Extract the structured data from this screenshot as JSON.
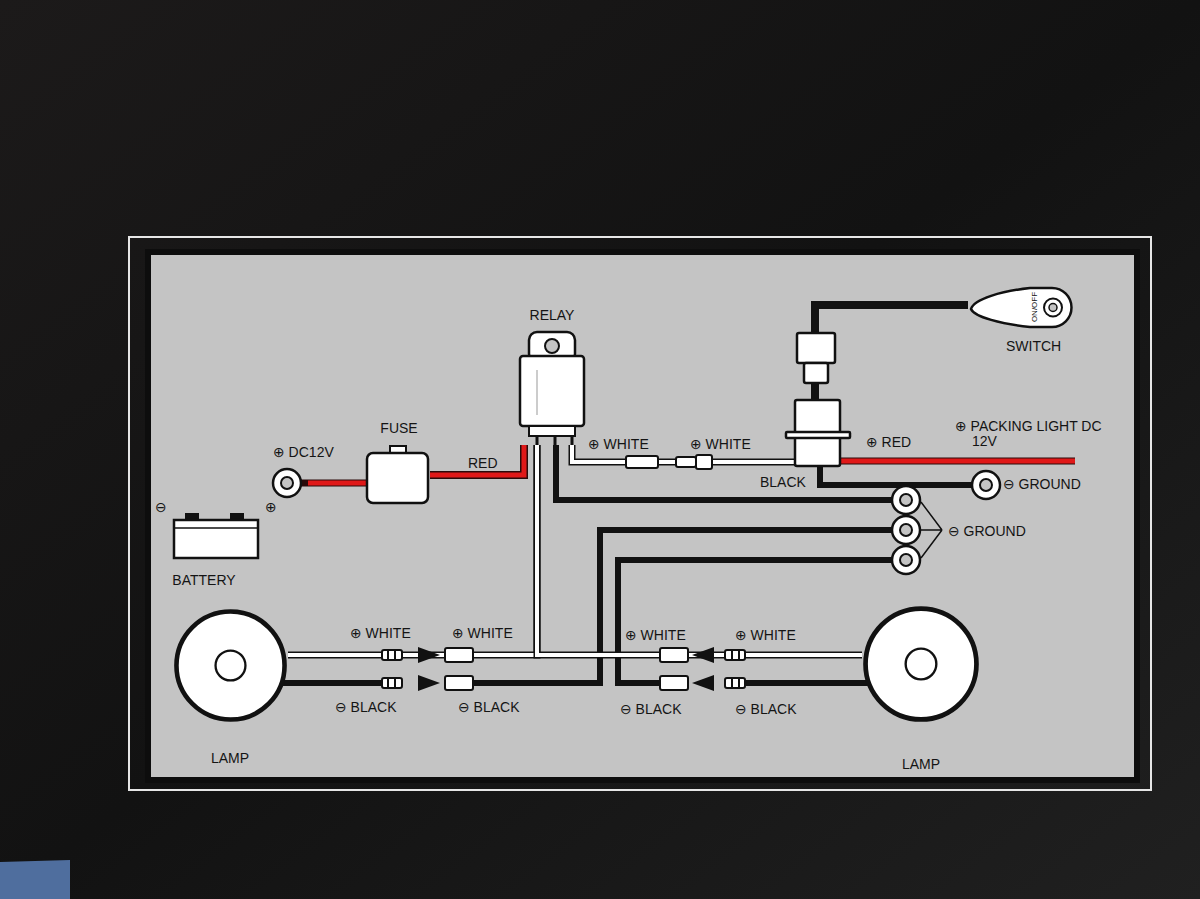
{
  "diagram": {
    "nodes": [
      {
        "text": [
          "RELAY"
        ]
      },
      {
        "text": [
          "FUSE"
        ]
      },
      {
        "text": [
          "BATTERY"
        ]
      },
      {
        "text": [
          "SWITCH",
          "ON/OFF"
        ]
      },
      {
        "text": [
          "LAMP"
        ]
      },
      {
        "text": [
          "LAMP"
        ]
      }
    ],
    "edges": [
      {
        "from": 1,
        "to": 0,
        "label": "RED",
        "arrow": "none"
      },
      {
        "from": 0,
        "to": 4,
        "arrow": "none"
      },
      {
        "from": 0,
        "to": 5,
        "arrow": "none"
      },
      {
        "from": 0,
        "to": 3,
        "arrow": "none"
      }
    ],
    "labels": [
      "⊕ DC12V",
      "⊖",
      "⊕",
      "⊕ WHITE",
      "⊕ WHITE",
      "BLACK",
      "⊕ RED",
      "⊕ PACKING LIGHT DC 12V",
      "⊖ GROUND",
      "⊖ GROUND",
      "⊕ WHITE",
      "⊕ WHITE",
      "⊕ WHITE",
      "⊕ WHITE",
      "⊖ BLACK",
      "⊖ BLACK",
      "⊖ BLACK",
      "⊖ BLACK"
    ]
  }
}
